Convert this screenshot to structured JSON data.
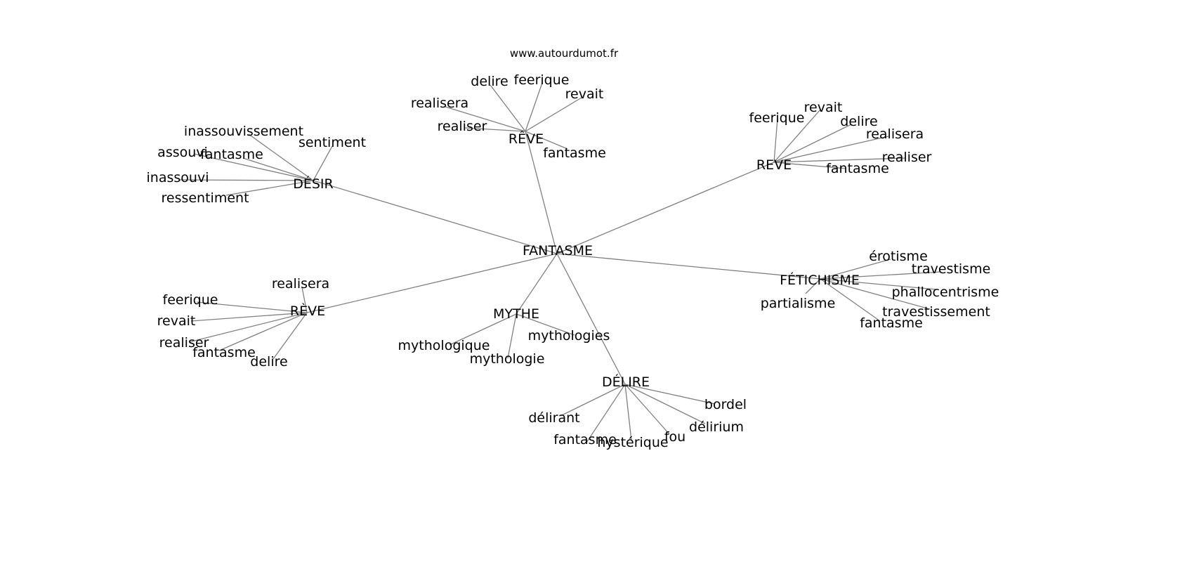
{
  "header": {
    "site": "www.autourdumot.fr"
  },
  "colors": {
    "edge": "#808080",
    "text": "#000000",
    "background": "#ffffff"
  },
  "graph": {
    "root": "FANTASME",
    "clusters": [
      {
        "hub": "RÊVE",
        "leaves": [
          "delire",
          "feerique",
          "revait",
          "realisera",
          "realiser",
          "fantasme"
        ]
      },
      {
        "hub": "REVE",
        "leaves": [
          "feerique",
          "revait",
          "delire",
          "realisera",
          "realiser",
          "fantasme"
        ]
      },
      {
        "hub": "DÉSIR",
        "leaves": [
          "inassouvissement",
          "sentiment",
          "assouvi",
          "fantasme",
          "inassouvi",
          "ressentiment"
        ]
      },
      {
        "hub": "FÉTICHISME",
        "leaves": [
          "érotisme",
          "travestisme",
          "phallocentrisme",
          "partialisme",
          "travestissement",
          "fantasme"
        ]
      },
      {
        "hub": "RÈVE",
        "leaves": [
          "realisera",
          "feerique",
          "revait",
          "realiser",
          "fantasme",
          "delire"
        ]
      },
      {
        "hub": "MYTHE",
        "leaves": [
          "mythologies",
          "mythologique",
          "mythologie"
        ]
      },
      {
        "hub": "DÉLIRE",
        "leaves": [
          "bordel",
          "délirant",
          "délirium",
          "fou",
          "fantasme",
          "hystérique"
        ]
      }
    ]
  }
}
